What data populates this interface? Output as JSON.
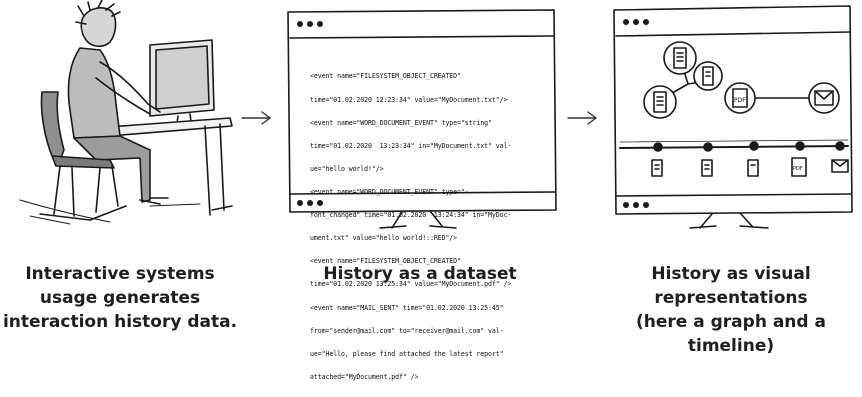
{
  "panels": [
    {
      "caption_lines": [
        "Interactive systems",
        "usage generates",
        "interaction history data."
      ]
    },
    {
      "caption_lines": [
        "History as a dataset"
      ]
    },
    {
      "caption_lines": [
        "History as visual",
        "representations",
        "(here a graph and a",
        "timeline)"
      ]
    }
  ],
  "dataset_lines": [
    "<event name=\"FILESYSTEM_OBJECT_CREATED\"",
    "time=\"01.02.2020 12:23:34\" value=\"MyDocument.txt\"/>",
    "<event name=\"WORD_DOCUMENT_EVENT\" type=\"string\"",
    "time=\"01.02.2020  13:23:34\" in=\"MyDocument.txt\" val-",
    "ue=\"hello world!\"/>",
    "<event name=\"WORD_DOCUMENT_EVENT\" type=\"-",
    "font_changed\" time=\"01.02.2020  13:24:34\" in=\"MyDoc-",
    "ument.txt\" value=\"hello world!::RED\"/>",
    "<event name=\"FILESYSTEM_OBJECT_CREATED\"",
    "time=\"01.02.2020 13:25:34\" value=\"MyDocument.pdf\" />",
    "<event name=\"MAIL_SENT\" time=\"01.02.2020 13:25:45\"",
    "from=\"sender@mail.com\" to=\"receiver@mail.com\" val-",
    "ue=\"Hello, please find attached the latest report\"",
    "attached=\"MyDocument.pdf\" />"
  ],
  "icons": {
    "pdf_label": "PDF",
    "person": "person-at-computer-sketch",
    "document": "document-icon",
    "mail": "mail-icon"
  },
  "colors": {
    "ink": "#1a1a1a",
    "paper": "#ffffff"
  }
}
